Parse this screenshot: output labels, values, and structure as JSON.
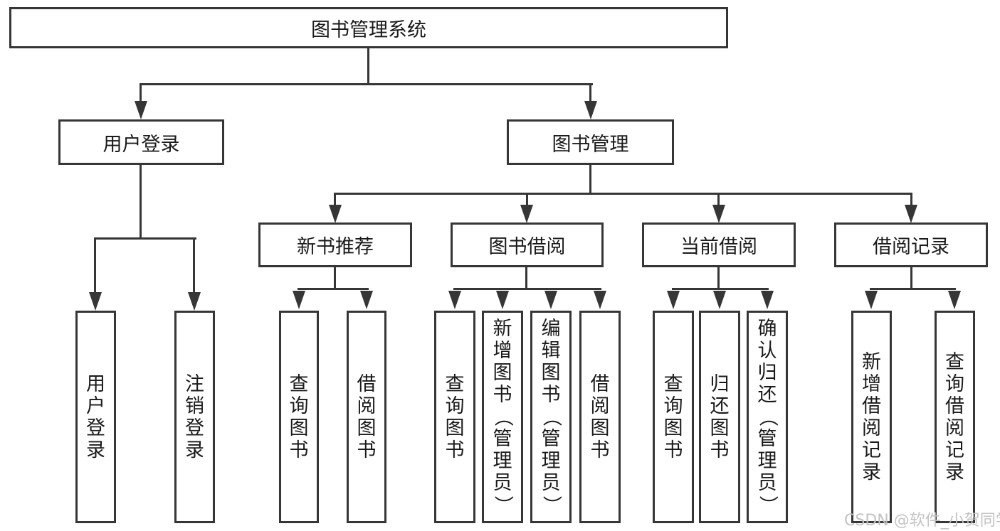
{
  "tree": {
    "root": {
      "label": "图书管理系统"
    },
    "branches": [
      {
        "label": "用户登录",
        "children": [
          {
            "label": "用户登录"
          },
          {
            "label": "注销登录"
          }
        ]
      },
      {
        "label": "图书管理",
        "children": [
          {
            "label": "新书推荐",
            "children": [
              {
                "label": "查询图书"
              },
              {
                "label": "借阅图书"
              }
            ]
          },
          {
            "label": "图书借阅",
            "children": [
              {
                "label": "查询图书"
              },
              {
                "label": "新增图书（管理员）"
              },
              {
                "label": "编辑图书（管理员）"
              },
              {
                "label": "借阅图书"
              }
            ]
          },
          {
            "label": "当前借阅",
            "children": [
              {
                "label": "查询图书"
              },
              {
                "label": "归还图书"
              },
              {
                "label": "确认归还（管理员）"
              }
            ]
          },
          {
            "label": "借阅记录",
            "children": [
              {
                "label": "新增借阅记录"
              },
              {
                "label": "查询借阅记录"
              }
            ]
          }
        ]
      }
    ]
  },
  "watermark": {
    "text": "CSDN @软件_小贺同学"
  },
  "colors": {
    "line": "#363636",
    "text": "#1a1a1a",
    "box_background": "#ffffff",
    "page_background": "#ffffff",
    "watermark": "#c4c3c3"
  }
}
